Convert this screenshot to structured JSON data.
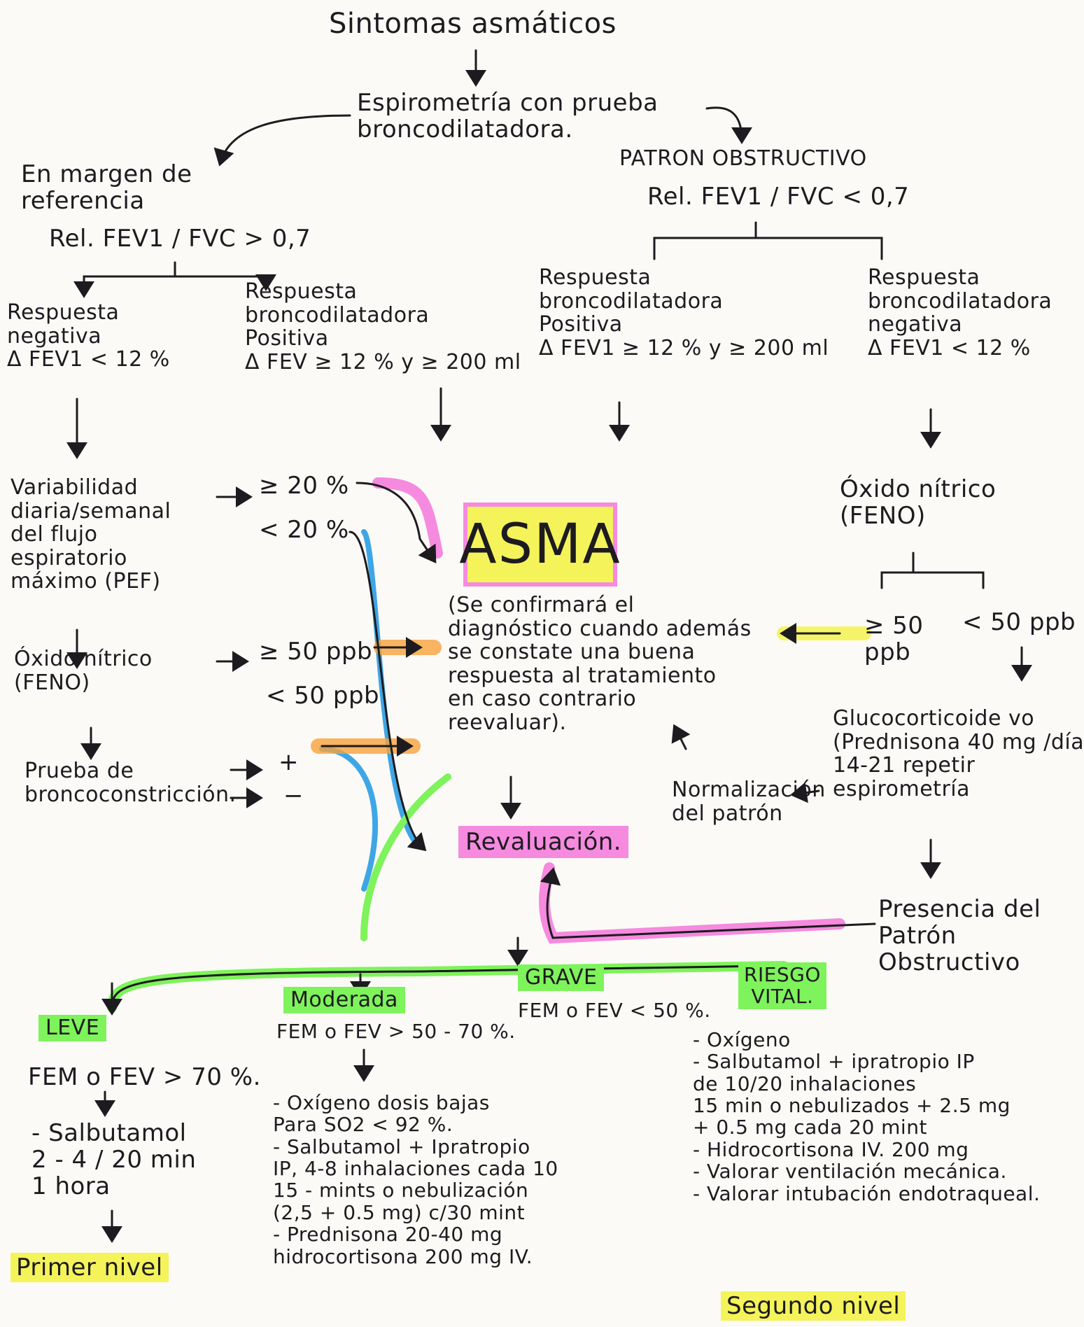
{
  "title": "Sintomas asmáticos",
  "spirometry": "Espirometría con prueba\nbroncodilatadora.",
  "left_branch": {
    "heading": "En margen de\nreferencia",
    "ratio": "Rel. FEV1 / FVC > 0,7",
    "neg_response": "Respuesta\nnegativa\nΔ FEV1 < 12 %",
    "pos_response": "Respuesta\nbroncodilatadora\nPositiva\nΔ FEV ≥ 12 % y ≥ 200 ml",
    "pef": "Variabilidad\ndiaria/semanal\ndel flujo\nespiratorio\nmáximo (PEF)",
    "pef_high": "≥ 20 %",
    "pef_low": "< 20 %",
    "feno": "Óxido nítrico\n(FENO)",
    "feno_high": "≥ 50 ppb",
    "feno_low": "< 50 ppb",
    "broncho": "Prueba de\nbroncoconstricción.",
    "plus": "+",
    "minus": "−"
  },
  "right_branch": {
    "heading": "PATRON OBSTRUCTIVO",
    "ratio": "Rel. FEV1 / FVC < 0,7",
    "pos_response": "Respuesta\nbroncodilatadora\nPositiva\nΔ FEV1 ≥ 12 % y ≥ 200 ml",
    "neg_response": "Respuesta\nbroncodilatadora\nnegativa\nΔ FEV1 < 12 %",
    "feno": "Óxido nítrico\n(FENO)",
    "feno_high": "≥ 50\nppb",
    "feno_low": "< 50 ppb",
    "gluco": "Glucocorticoide vo\n(Prednisona 40 mg /día\n14-21 repetir\nespirometría",
    "normal": "Normalización\ndel patrón",
    "persist": "Presencia del\nPatrón\nObstructivo"
  },
  "center": {
    "asma": "ASMA",
    "confirm": "(Se confirmará el\ndiagnóstico cuando además\nse constate una buena\nrespuesta al tratamiento\nen caso contrario\nreevaluar).",
    "reeval": "Revaluación."
  },
  "severity": {
    "leve": {
      "label": "LEVE",
      "fem": "FEM o FEV > 70 %.",
      "treat": "- Salbutamol\n2 - 4 / 20 min\n1 hora",
      "level": "Primer nivel"
    },
    "moderada": {
      "label": "Moderada",
      "fem": "FEM o FEV > 50 - 70 %.",
      "treat": "- Oxígeno dosis bajas\nPara SO2 < 92 %.\n- Salbutamol + Ipratropio\nIP, 4-8 inhalaciones cada 10\n15 - mints o nebulización\n(2,5 + 0.5 mg) c/30 mint\n- Prednisona 20-40 mg\nhidrocortisona 200 mg IV."
    },
    "grave": {
      "label": "GRAVE",
      "fem": "FEM o FEV < 50 %."
    },
    "riesgo": {
      "label": "RIESGO\nVITAL.",
      "treat": "- Oxígeno\n- Salbutamol + ipratropio IP\nde 10/20 inhalaciones\n15 min o nebulizados + 2.5 mg\n+ 0.5 mg cada 20 mint\n- Hidrocortisona IV. 200 mg\n- Valorar ventilación mecánica.\n- Valorar intubación endotraqueal.",
      "level": "Segundo nivel"
    }
  },
  "colors": {
    "yellow": "#f4f35a",
    "pink": "#f58adf",
    "green": "#7ef35b",
    "blue": "#3fa6e6",
    "orange": "#f8a23c",
    "ink": "#1d1b1f"
  }
}
